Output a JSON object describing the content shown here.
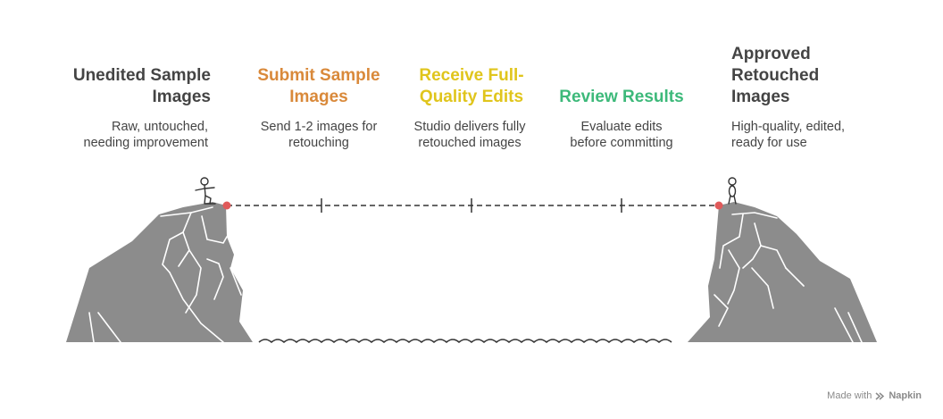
{
  "steps": [
    {
      "title": "Unedited Sample\nImages",
      "desc": "Raw, untouched,\nneeding improvement",
      "color": "#444444"
    },
    {
      "title": "Submit Sample\nImages",
      "desc": "Send 1-2 images for\nretouching",
      "color": "#D9893A"
    },
    {
      "title": "Receive Full-\nQuality Edits",
      "desc": "Studio delivers fully\nretouched images",
      "color": "#E0C51C"
    },
    {
      "title": "Review Results",
      "desc": "Evaluate edits\nbefore committing",
      "color": "#3DB97A"
    },
    {
      "title": "Approved\nRetouched\nImages",
      "desc": "High-quality, edited,\nready for use",
      "color": "#444444"
    }
  ],
  "footer": {
    "prefix": "Made with",
    "brand": "Napkin"
  },
  "colors": {
    "cliff": "#8c8c8c",
    "endpoint": "#e05a5a",
    "line": "#333333"
  },
  "icons": [
    "walking-person-icon",
    "standing-person-icon",
    "napkin-logo-icon"
  ]
}
